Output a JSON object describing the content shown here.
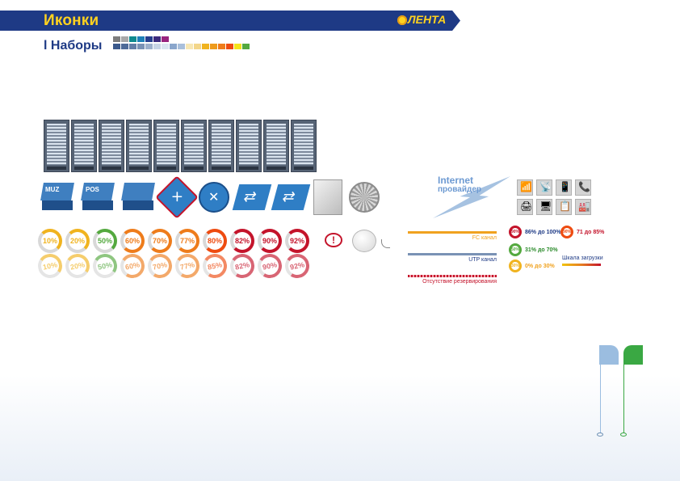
{
  "header": {
    "title": "Иконки"
  },
  "logo": {
    "text": "ЛЕНТА"
  },
  "section": {
    "title": "l Наборы"
  },
  "palette": {
    "row1": [
      "#7d7d7d",
      "#a8a8a8",
      "#0f8a8e",
      "#1d7fb8",
      "#253d8e",
      "#3b2a7d",
      "#99247e"
    ],
    "row2": [
      "#3c5a8c",
      "#4f6b98",
      "#637ea7",
      "#7a92b5",
      "#9db0cc",
      "#c7d4e5",
      "#dae4f0",
      "#8aa6cc",
      "#a9bfdb",
      "#f7e7b4",
      "#f3d68a",
      "#f0b31f",
      "#ee9b1c",
      "#ef7c1b",
      "#ee4b10",
      "#f5e31b",
      "#54a93f"
    ]
  },
  "racks": {
    "count": 10
  },
  "devices": {
    "muz_label": "MUZ",
    "pos_label": "POS"
  },
  "internet": {
    "line1": "Internet",
    "line2": "провайдер"
  },
  "apps": {
    "tiles": [
      "📶",
      "📡",
      "📱",
      "📞",
      "🖨",
      "🖥",
      "📋",
      "🏭"
    ]
  },
  "percentages": {
    "row1": [
      "10%",
      "20%",
      "50%",
      "60%",
      "70%",
      "77%",
      "80%",
      "82%",
      "90%",
      "92%"
    ],
    "row2": [
      "10%",
      "20%",
      "50%",
      "60%",
      "70%",
      "77%",
      "85%",
      "82%",
      "90%",
      "92%"
    ],
    "colors": [
      "#f0b31f",
      "#f0b31f",
      "#54a93f",
      "#ee7c1b",
      "#ee7c1b",
      "#ee7c1b",
      "#ee4b10",
      "#c4142b",
      "#c4142b",
      "#c4142b"
    ]
  },
  "legend": {
    "fc": "FC канал",
    "utp": "UTP канал",
    "no_reserve": "Отсутствие резервирования",
    "fc_color": "#f0a21f",
    "utp_color": "#7a92b5",
    "no_reserve_color": "#c4142b"
  },
  "load": {
    "items": [
      {
        "pct": "90%",
        "text": "86% до 100%",
        "color": "#c4142b",
        "text_color": "#1e3a85"
      },
      {
        "pct": "90%",
        "text": "71 до 85%",
        "color": "#ee4b10",
        "text_color": "#c4142b"
      },
      {
        "pct": "50%",
        "text": "31% до 70%",
        "color": "#54a93f",
        "text_color": "#2b8b2b"
      },
      {
        "pct": "30%",
        "text": "0% до 30%",
        "color": "#f0b31f",
        "text_color": "#f0a21f"
      }
    ],
    "scale_title": "Шкала загрузки"
  }
}
